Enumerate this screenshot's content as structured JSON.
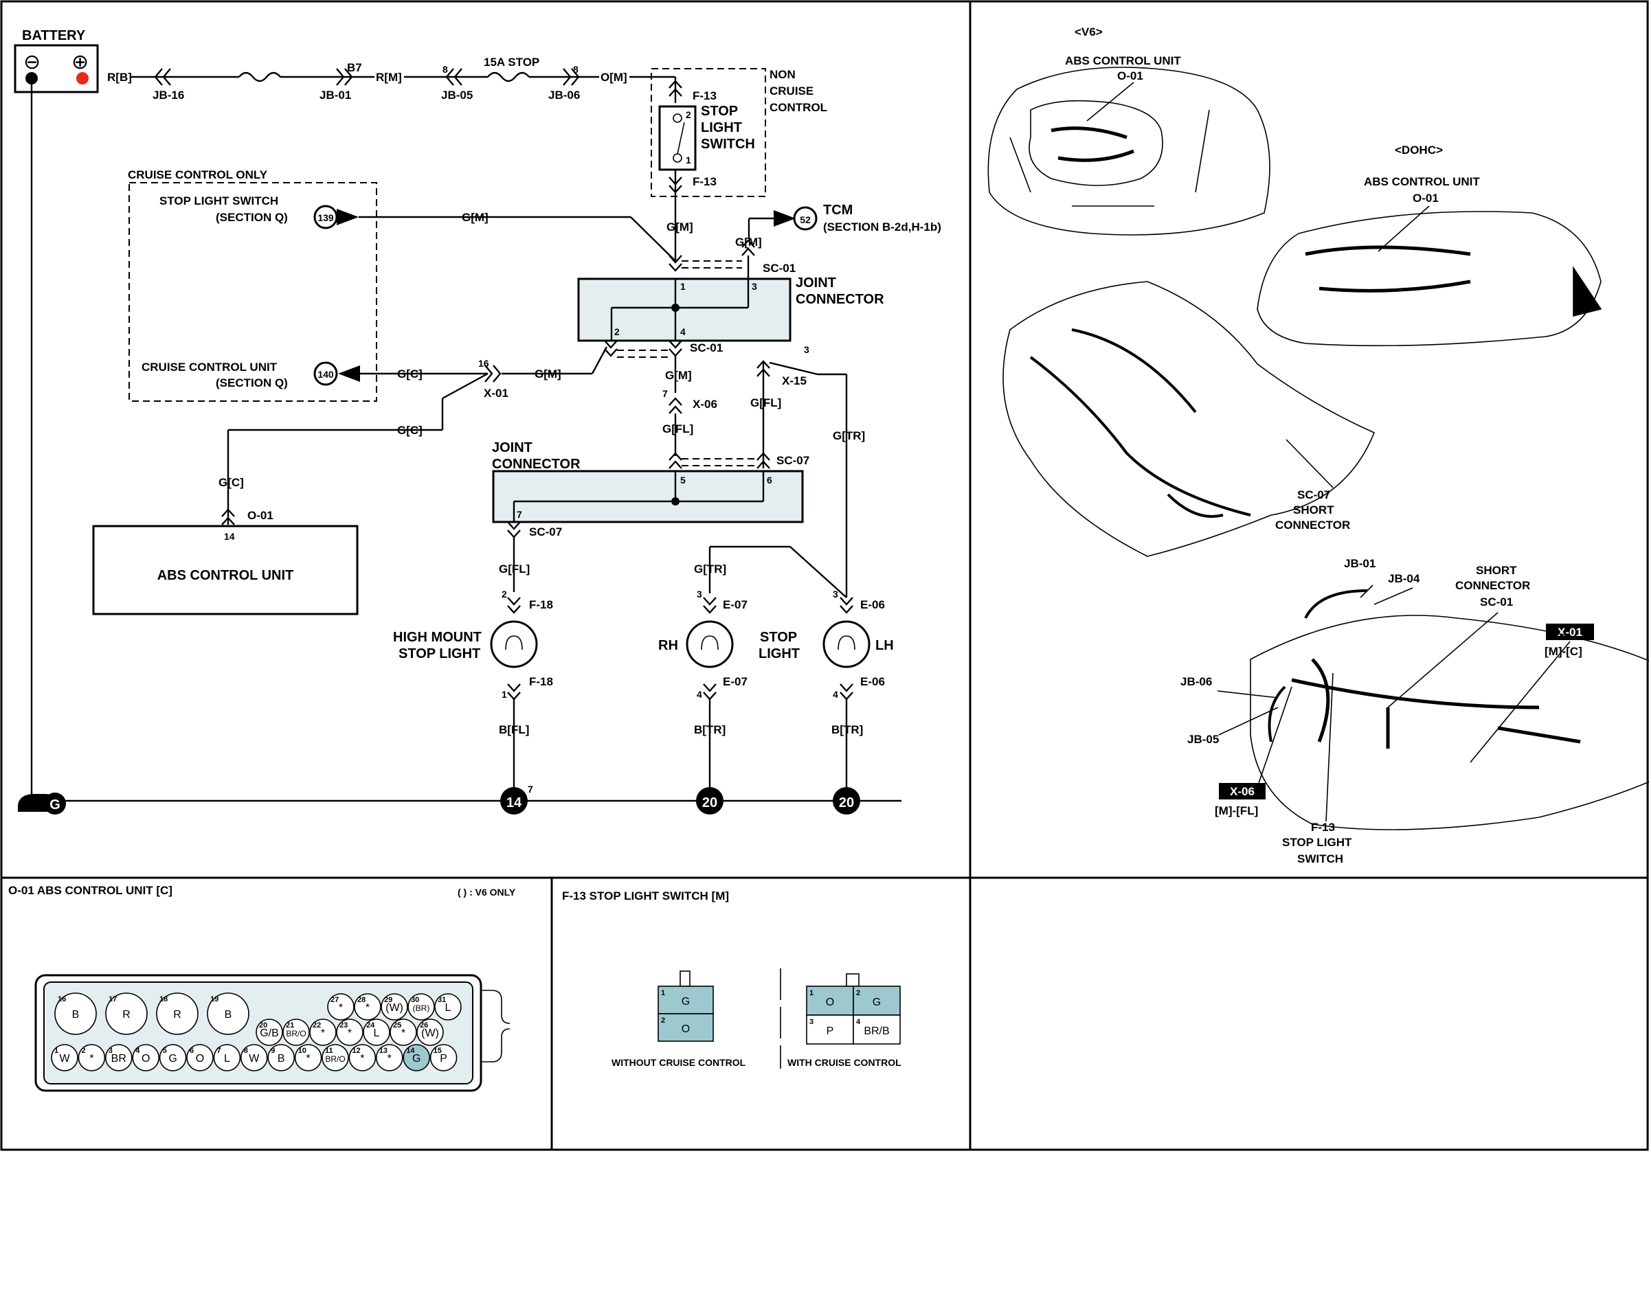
{
  "battery": {
    "label": "BATTERY",
    "neg": "⊖",
    "pos": "⊕"
  },
  "wires": {
    "rb": "R[B]",
    "rm": "R[M]",
    "om": "O[M]",
    "gm": "G[M]",
    "gc": "G[C]",
    "gfl": "G[FL]",
    "gtr": "G[TR]",
    "bfl": "B[FL]",
    "btr": "B[TR]"
  },
  "connectors": {
    "jb16": "JB-16",
    "jb01": "JB-01",
    "jb05": "JB-05",
    "jb06": "JB-06",
    "b7": "B7",
    "p8a": "8",
    "p8b": "8",
    "fuse": "15A STOP",
    "f13": "F-13",
    "sc01": "SC-01",
    "sc07": "SC-07",
    "x01": "X-01",
    "x06": "X-06",
    "x15": "X-15",
    "o01": "O-01",
    "f18": "F-18",
    "e07": "E-07",
    "e06": "E-06",
    "n1": "1",
    "n2": "2",
    "n3": "3",
    "n4": "4",
    "n5": "5",
    "n6": "6",
    "n7": "7",
    "n14": "14",
    "n16": "16"
  },
  "labels": {
    "non_cruise": "NON",
    "non_cruise2": "CRUISE",
    "non_cruise3": "CONTROL",
    "sls1": "STOP",
    "sls2": "LIGHT",
    "sls3": "SWITCH",
    "cruise_only": "CRUISE CONTROL ONLY",
    "stop_light_switch": "STOP LIGHT SWITCH",
    "section_q": "(SECTION Q)",
    "cruise_unit": "CRUISE CONTROL UNIT",
    "section_q2": "(SECTION Q)",
    "tcm": "TCM",
    "tcm_section": "(SECTION B-2d,H-1b)",
    "joint1": "JOINT",
    "joint2": "CONNECTOR",
    "joint3": "JOINT",
    "joint4": "CONNECTOR",
    "abs_unit": "ABS CONTROL UNIT",
    "hms1": "HIGH MOUNT",
    "hms2": "STOP LIGHT",
    "rh": "RH",
    "lh": "LH",
    "stop": "STOP",
    "light": "LIGHT",
    "ref139": "139",
    "ref140": "140",
    "ref52": "52",
    "g14": "14",
    "g14sup": "7",
    "g20a": "20",
    "g20b": "20",
    "gnd": "G"
  },
  "locator": {
    "v6": "<V6>",
    "dohc": "<DOHC>",
    "abs_v6": "ABS CONTROL UNIT",
    "o01_v6": "O-01",
    "abs_dohc": "ABS CONTROL UNIT",
    "o01_dohc": "O-01",
    "sc07a": "SC-07",
    "sc07b": "SHORT",
    "sc07c": "CONNECTOR",
    "jb01": "JB-01",
    "jb04": "JB-04",
    "jb06": "JB-06",
    "jb05": "JB-05",
    "short1": "SHORT",
    "short2": "CONNECTOR",
    "short3": "SC-01",
    "x01": "X-01",
    "x01t": "[M]-[C]",
    "x06": "X-06",
    "x06t": "[M]-[FL]",
    "f13a": "F-13",
    "f13b": "STOP LIGHT",
    "f13c": "SWITCH"
  },
  "bottom": {
    "abs_title": "O-01 ABS CONTROL UNIT [C]",
    "v6only": "(   ) : V6 ONLY",
    "sls_title": "F-13 STOP LIGHT SWITCH [M]",
    "without": "WITHOUT CRUISE CONTROL",
    "with": "WITH CRUISE CONTROL",
    "f13_without": [
      {
        "n": "1",
        "c": "G"
      },
      {
        "n": "2",
        "c": "O"
      }
    ],
    "f13_with": [
      {
        "n": "1",
        "c": "O"
      },
      {
        "n": "2",
        "c": "G"
      },
      {
        "n": "3",
        "c": "P"
      },
      {
        "n": "4",
        "c": "BR/B"
      }
    ],
    "abs_top_big": [
      {
        "n": "16",
        "c": "B"
      },
      {
        "n": "17",
        "c": "R"
      },
      {
        "n": "18",
        "c": "R"
      },
      {
        "n": "19",
        "c": "B"
      }
    ],
    "abs_top_small": [
      {
        "n": "27",
        "c": "*"
      },
      {
        "n": "28",
        "c": "*"
      },
      {
        "n": "29",
        "c": "(W)"
      },
      {
        "n": "30",
        "c": "(BR)"
      },
      {
        "n": "31",
        "c": "L"
      }
    ],
    "abs_mid": [
      {
        "n": "20",
        "c": "G/B"
      },
      {
        "n": "21",
        "c": "BR/O"
      },
      {
        "n": "22",
        "c": "*"
      },
      {
        "n": "23",
        "c": "*"
      },
      {
        "n": "24",
        "c": "L"
      },
      {
        "n": "25",
        "c": "*"
      },
      {
        "n": "26",
        "c": "(W)"
      }
    ],
    "abs_bot": [
      {
        "n": "1",
        "c": "W"
      },
      {
        "n": "2",
        "c": "*"
      },
      {
        "n": "3",
        "c": "BR"
      },
      {
        "n": "4",
        "c": "O"
      },
      {
        "n": "5",
        "c": "G"
      },
      {
        "n": "6",
        "c": "O"
      },
      {
        "n": "7",
        "c": "L"
      },
      {
        "n": "8",
        "c": "W"
      },
      {
        "n": "9",
        "c": "B"
      },
      {
        "n": "10",
        "c": "*"
      },
      {
        "n": "11",
        "c": "BR/O"
      },
      {
        "n": "12",
        "c": "*"
      },
      {
        "n": "13",
        "c": "*"
      },
      {
        "n": "14",
        "c": "G"
      },
      {
        "n": "15",
        "c": "P"
      }
    ]
  }
}
